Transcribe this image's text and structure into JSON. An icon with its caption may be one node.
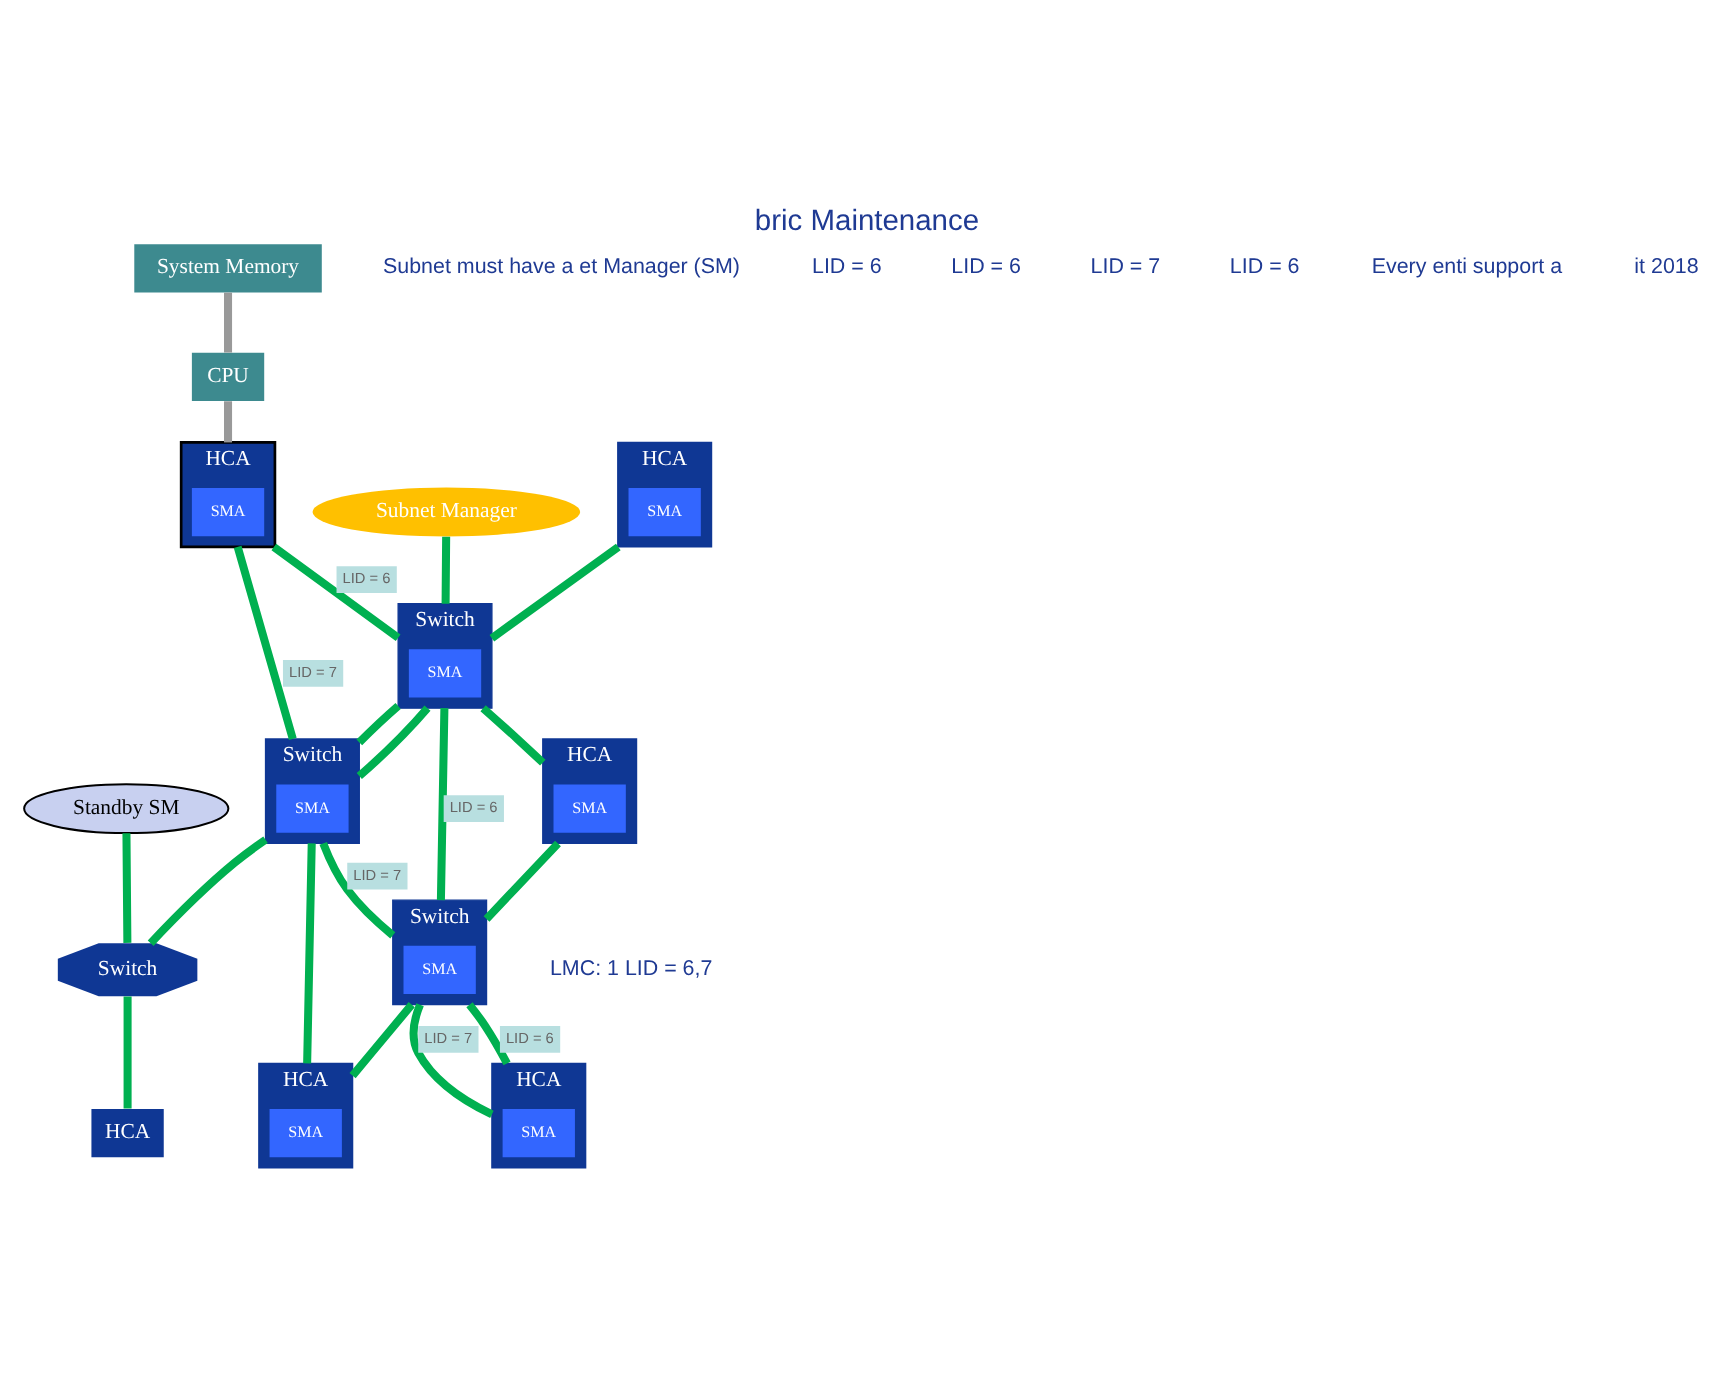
{
  "diagram": {
    "title": "bric Maintenance",
    "nodes": [
      {
        "text": [
          "System Memory"
        ]
      },
      {
        "text": [
          "CPU"
        ]
      },
      {
        "text": [
          "HCA"
        ]
      },
      {
        "text": [
          "SMA"
        ],
        "in": 2
      },
      {
        "text": [
          "Standby SM"
        ]
      },
      {
        "text": [
          "Switch"
        ]
      },
      {
        "text": [
          "HCA"
        ]
      },
      {
        "text": [
          "Subnet Manager"
        ]
      },
      {
        "text": [
          "Switch"
        ]
      },
      {
        "text": [
          "SMA"
        ],
        "in": 8
      },
      {
        "text": [
          "HCA"
        ]
      },
      {
        "text": [
          "SMA"
        ],
        "in": 10
      },
      {
        "text": [
          "HCA"
        ]
      },
      {
        "text": [
          "SMA"
        ],
        "in": 12
      },
      {
        "text": [
          "Switch"
        ]
      },
      {
        "text": [
          "SMA"
        ],
        "in": 14
      },
      {
        "text": [
          "Switch"
        ]
      },
      {
        "text": [
          "SMA"
        ],
        "in": 16
      },
      {
        "text": [
          "HCA"
        ]
      },
      {
        "text": [
          "SMA"
        ],
        "in": 18
      },
      {
        "text": [
          "HCA"
        ],
        "beside": [
          "LMC: 1 LID = 6,7"
        ]
      },
      {
        "text": [
          "SMA"
        ],
        "in": 20
      }
    ],
    "edges": [
      {
        "from": 0,
        "to": 1,
        "arrow": "none",
        "color": "#999999"
      },
      {
        "from": 1,
        "to": 2,
        "arrow": "none",
        "color": "#999999"
      },
      {
        "from": 4,
        "to": 5,
        "arrow": "none"
      },
      {
        "from": 5,
        "to": 6,
        "arrow": "none"
      },
      {
        "from": 2,
        "to": 14,
        "arrow": "none",
        "label": "LID = 6"
      },
      {
        "from": 2,
        "to": 8,
        "arrow": "none",
        "label": "LID = 7"
      },
      {
        "from": 8,
        "to": 5,
        "arrow": "none"
      },
      {
        "from": 7,
        "to": 14,
        "arrow": "none"
      },
      {
        "from": 8,
        "to": 10,
        "arrow": "none"
      },
      {
        "from": 12,
        "to": 14,
        "arrow": "none"
      },
      {
        "from": 14,
        "to": 8,
        "arrow": "none"
      },
      {
        "from": 14,
        "to": 8,
        "arrow": "none"
      },
      {
        "from": 8,
        "to": 16,
        "arrow": "none",
        "label": "LID = 7"
      },
      {
        "from": 16,
        "to": 10,
        "arrow": "none"
      },
      {
        "from": 14,
        "to": 16,
        "arrow": "none",
        "label": "LID = 6"
      },
      {
        "from": 14,
        "to": 18,
        "arrow": "none"
      },
      {
        "from": 18,
        "to": 16,
        "arrow": "none"
      },
      {
        "from": 16,
        "to": 20,
        "arrow": "none",
        "label": "LID = 7"
      },
      {
        "from": 16,
        "to": 20,
        "arrow": "none",
        "label": "LID = 6"
      }
    ],
    "labels": [
      "Subnet must have a et Manager (SM)",
      "LID = 6",
      "LID = 6",
      "LID = 7",
      "LID = 6",
      "Every enti support a",
      "it 2018"
    ]
  }
}
